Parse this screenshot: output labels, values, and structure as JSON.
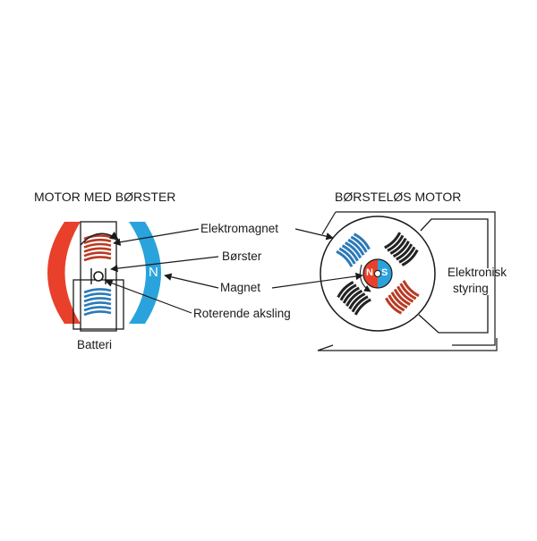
{
  "titles": {
    "brushed": "MOTOR MED BØRSTER",
    "brushless": "BØRSTELØS MOTOR"
  },
  "labels": {
    "electromagnet": "Elektromagnet",
    "brushes": "Børster",
    "magnet": "Magnet",
    "rotating_shaft": "Roterende aksling",
    "battery": "Batteri",
    "electronic_control_line1": "Elektronisk",
    "electronic_control_line2": "styring"
  },
  "poles": {
    "south": "S",
    "north": "N"
  },
  "colors": {
    "red": "#e8402a",
    "blue": "#2aa3dc",
    "dark": "#222222",
    "coil_red": "#b83a22",
    "coil_blue": "#2b79b8"
  }
}
